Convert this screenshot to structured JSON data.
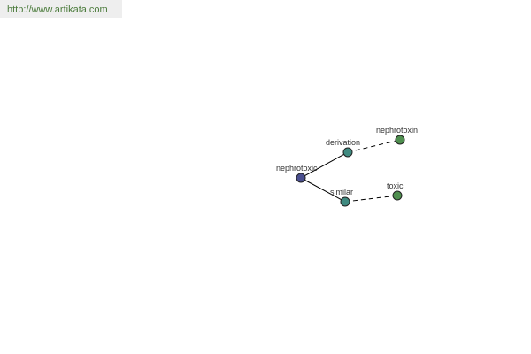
{
  "banner": {
    "url": "http://www.artikata.com",
    "text_color": "#4a7a3a",
    "background": "#eeeeee"
  },
  "graph": {
    "nodes": [
      {
        "id": "nephrotoxic",
        "label": "nephrotoxic",
        "role": "root",
        "color": "#4a4f8f"
      },
      {
        "id": "derivation",
        "label": "derivation",
        "role": "relation",
        "color": "#3f8a80"
      },
      {
        "id": "similar",
        "label": "similar",
        "role": "relation",
        "color": "#3f8a80"
      },
      {
        "id": "nephrotoxin",
        "label": "nephrotoxin",
        "role": "word",
        "color": "#4f8f4f"
      },
      {
        "id": "toxic",
        "label": "toxic",
        "role": "word",
        "color": "#4f8f4f"
      }
    ],
    "edges": [
      {
        "from": "nephrotoxic",
        "to": "derivation",
        "style": "solid"
      },
      {
        "from": "nephrotoxic",
        "to": "similar",
        "style": "solid"
      },
      {
        "from": "derivation",
        "to": "nephrotoxin",
        "style": "dashed"
      },
      {
        "from": "similar",
        "to": "toxic",
        "style": "dashed"
      }
    ]
  }
}
